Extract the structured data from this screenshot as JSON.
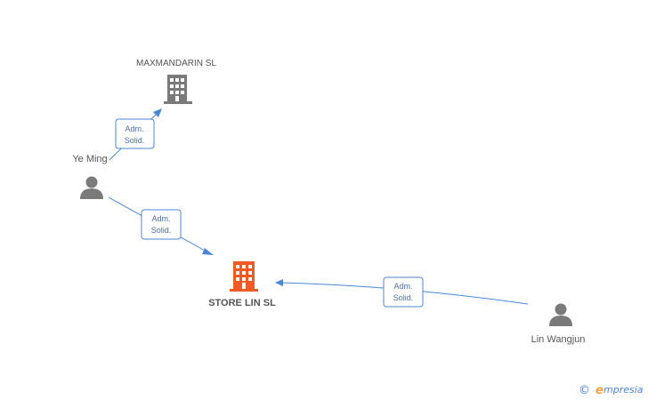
{
  "nodes": {
    "maxmandarin": {
      "label": "MAXMANDARIN SL",
      "kind": "company"
    },
    "store_lin": {
      "label": "STORE LIN SL",
      "kind": "company-main"
    },
    "ye_ming": {
      "label": "Ye Ming",
      "kind": "person"
    },
    "lin_wangjun": {
      "label": "Lin Wangjun",
      "kind": "person"
    }
  },
  "relations": [
    {
      "from": "Ye Ming",
      "to": "MAXMANDARIN SL",
      "line1": "Adm.",
      "line2": "Solid."
    },
    {
      "from": "Ye Ming",
      "to": "STORE LIN SL",
      "line1": "Adm.",
      "line2": "Solid."
    },
    {
      "from": "Lin Wangjun",
      "to": "STORE LIN SL",
      "line1": "Adm.",
      "line2": "Solid."
    }
  ],
  "brand": {
    "copyright": "©",
    "initial": "e",
    "rest": "mpresia"
  },
  "colors": {
    "edge": "#4a86d4",
    "company": "#7a7a7a",
    "main_company": "#f05a28",
    "person": "#7a7a7a"
  }
}
